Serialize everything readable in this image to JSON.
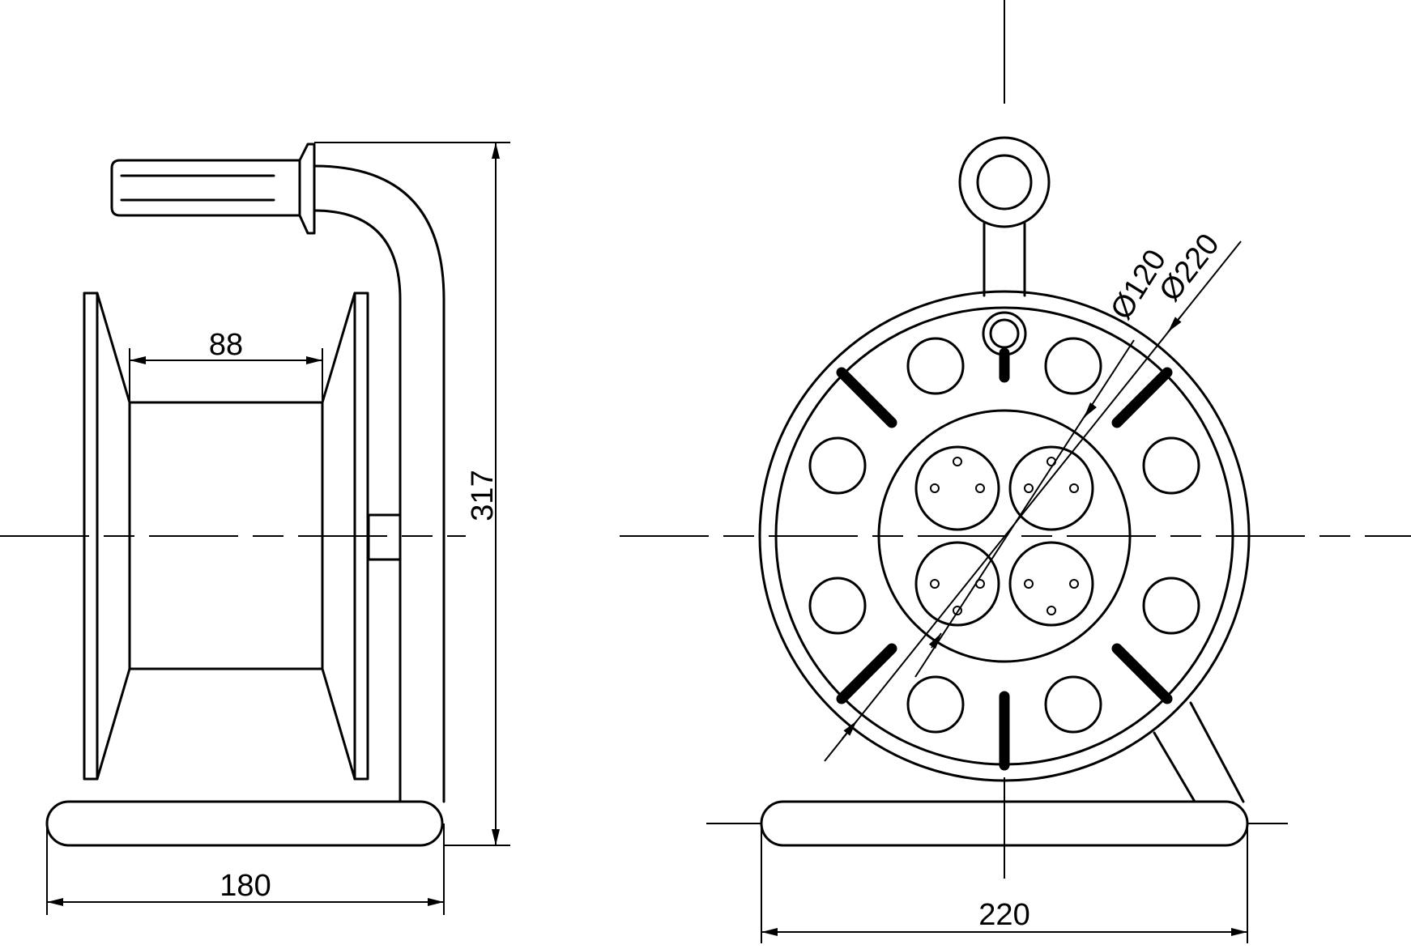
{
  "dimensions": {
    "spool_width": "88",
    "height": "317",
    "side_width": "180",
    "front_width": "220",
    "inner_diameter": "Ø120",
    "outer_diameter": "Ø220"
  }
}
